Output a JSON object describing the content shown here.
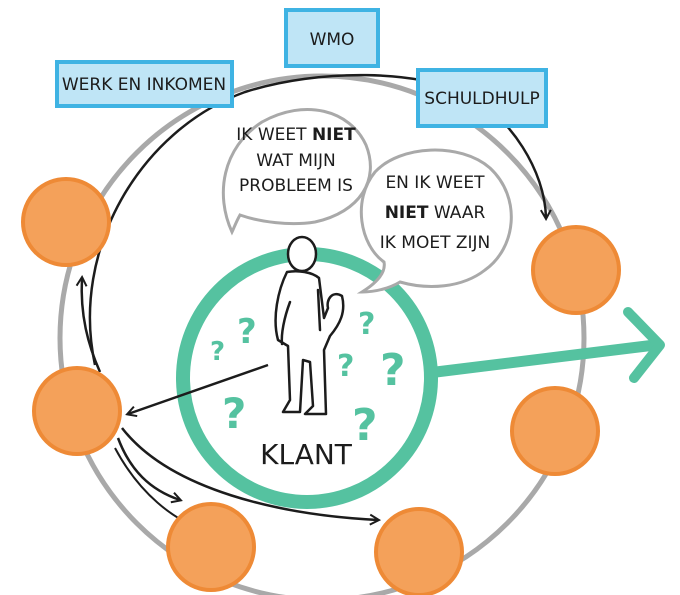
{
  "labels": {
    "werk": "WERK EN INKOMEN",
    "wmo": "WMO",
    "schuldhulp": "SCHULDHULP",
    "klant": "KLANT"
  },
  "bubble_left": {
    "line1_a": "IK WEET ",
    "line1_b": "NIET",
    "line2": "WAT MIJN",
    "line3": "PROBLEEM IS"
  },
  "bubble_right": {
    "line1": "EN IK WEET",
    "line2_a": "NIET",
    "line2_b": " WAAR",
    "line3": "IK MOET ZIJN"
  },
  "question_mark": "?",
  "colors": {
    "orange": "#f4a15a",
    "orange_stroke": "#ee8a36",
    "teal": "#55c2a0",
    "ring": "#a9a9a9",
    "box_fill": "#bfe5f6",
    "box_stroke": "#3fb3e3"
  }
}
